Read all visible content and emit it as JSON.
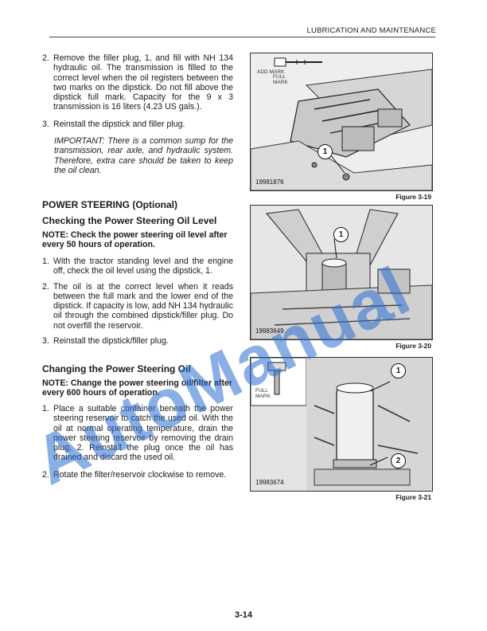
{
  "header": {
    "title": "LUBRICATION AND MAINTENANCE"
  },
  "top": {
    "step2_num": "2.",
    "step2_text": "Remove the filler plug, 1, and fill with NH 134 hydraulic oil. The transmission is filled to the correct level when the oil registers between the two marks on the dipstick. Do not fill above the dipstick full mark. Capacity for the 9 x 3 transmission is 16 liters (4.23 US gals.).",
    "step3_num": "3.",
    "step3_text": "Reinstall the dipstick and filler plug.",
    "important": "IMPORTANT: There is a common sump for the transmission, rear axle, and hydraulic system. Therefore, extra care should be taken to keep the oil clean."
  },
  "power_steering": {
    "heading": "POWER STEERING (Optional)",
    "check_heading": "Checking the Power Steering Oil Level",
    "check_note": "NOTE: Check the power steering oil level after every 50 hours of operation.",
    "check_steps": [
      {
        "num": "1.",
        "text": "With the tractor standing level and the engine off, check the oil level using the dipstick, 1."
      },
      {
        "num": "2.",
        "text": "The oil is at the correct level when it reads between the full mark and the lower end of the dipstick. If capacity is low, add NH 134 hydraulic oil through the combined dipstick/filler plug. Do not overfill the reservoir."
      },
      {
        "num": "3.",
        "text": "Reinstall the dipstick/filler plug."
      }
    ],
    "change_heading": "Changing the Power Steering Oil",
    "change_note": "NOTE: Change the power steering oil/filter after every 600 hours of operation.",
    "change_steps": [
      {
        "num": "1.",
        "text": "Place a suitable container beneath the power steering reservoir to catch the used oil. With the oil at normal operating temperature, drain the power steering reservoir by removing the drain plug, 2. Reinstall the plug once the oil has drained and discard the used oil."
      },
      {
        "num": "2.",
        "text": "Rotate the filter/reservoir clockwise to remove."
      }
    ]
  },
  "figures": [
    {
      "label": "Figure 3-19",
      "id": "19981876",
      "marks": [
        "ADD MARK",
        "FULL MARK"
      ],
      "callouts": [
        "1"
      ]
    },
    {
      "label": "Figure 3-20",
      "id": "19983649",
      "callouts": [
        "1"
      ]
    },
    {
      "label": "Figure 3-21",
      "id": "19983674",
      "marks": [
        "FULL MARK"
      ],
      "callouts": [
        "1",
        "2"
      ]
    }
  ],
  "watermark": "AutoManual",
  "page_number": "3-14"
}
